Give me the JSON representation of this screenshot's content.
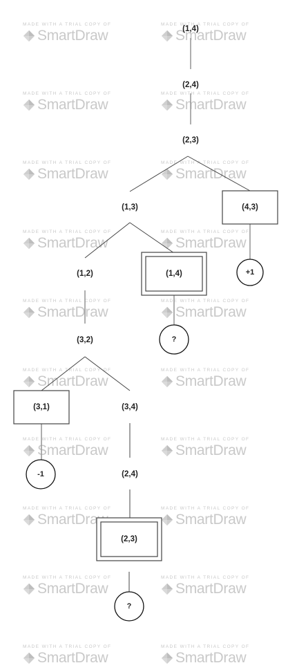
{
  "watermark": {
    "top_text": "MADE WITH A TRIAL COPY OF",
    "brand_text": "SmartDraw",
    "color": "#c9c9c9"
  },
  "tree": {
    "line_color": "#444444",
    "nodes": [
      {
        "id": "n1",
        "label": "(1,4)",
        "shape": "text"
      },
      {
        "id": "n2",
        "label": "(2,4)",
        "shape": "text"
      },
      {
        "id": "n3",
        "label": "(2,3)",
        "shape": "text"
      },
      {
        "id": "n4",
        "label": "(1,3)",
        "shape": "text"
      },
      {
        "id": "n5",
        "label": "(4,3)",
        "shape": "box"
      },
      {
        "id": "n6",
        "label": "(1,2)",
        "shape": "text"
      },
      {
        "id": "n7",
        "label": "(1,4)",
        "shape": "double-box"
      },
      {
        "id": "n8",
        "label": "+1",
        "shape": "circle"
      },
      {
        "id": "n9",
        "label": "(3,2)",
        "shape": "text"
      },
      {
        "id": "n10",
        "label": "?",
        "shape": "circle"
      },
      {
        "id": "n11",
        "label": "(3,1)",
        "shape": "box"
      },
      {
        "id": "n12",
        "label": "(3,4)",
        "shape": "text"
      },
      {
        "id": "n13",
        "label": "-1",
        "shape": "circle"
      },
      {
        "id": "n14",
        "label": "(2,4)",
        "shape": "text"
      },
      {
        "id": "n15",
        "label": "(2,3)",
        "shape": "double-box"
      },
      {
        "id": "n16",
        "label": "?",
        "shape": "circle"
      }
    ]
  }
}
